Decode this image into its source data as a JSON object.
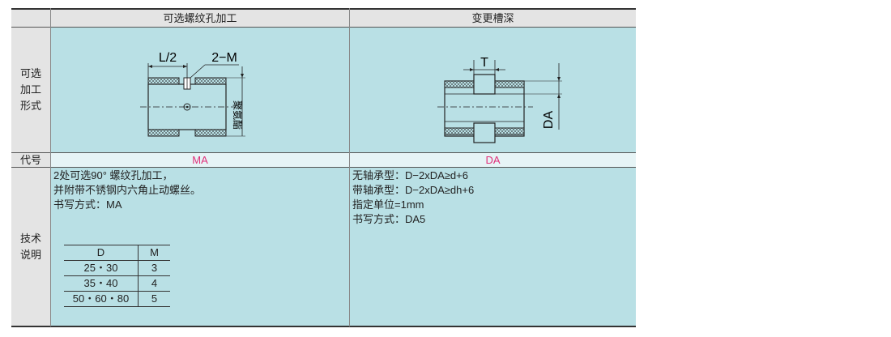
{
  "header": {
    "col1": "可选螺纹孔加工",
    "col2": "变更槽深"
  },
  "rows": {
    "form_label": "可选\n加工\n形式",
    "code_label": "代号",
    "desc_label": "技术\n说明"
  },
  "drawing_ma": {
    "dim_half_length": "L/2",
    "dim_thread": "2−M",
    "material": "聚氨酯"
  },
  "drawing_da": {
    "dim_t": "T",
    "dim_da": "DA"
  },
  "codes": {
    "ma": "MA",
    "da": "DA"
  },
  "ma_desc": {
    "lines": [
      "2处可选90° 螺纹孔加工，",
      "并附带不锈钢内六角止动螺丝。",
      "书写方式：MA"
    ],
    "table": {
      "headers": [
        "D",
        "M"
      ],
      "rows": [
        [
          "25・30",
          "3"
        ],
        [
          "35・40",
          "4"
        ],
        [
          "50・60・80",
          "5"
        ]
      ]
    }
  },
  "da_desc": {
    "lines": [
      "无轴承型：D−2xDA≥d+6",
      "带轴承型：D−2xDA≥dh+6",
      "指定单位=1mm",
      "书写方式：DA5"
    ]
  },
  "colors": {
    "teal_bg": "#b9e0e5",
    "header_bg": "#e4e4e4",
    "code_text": "#e0307a"
  }
}
